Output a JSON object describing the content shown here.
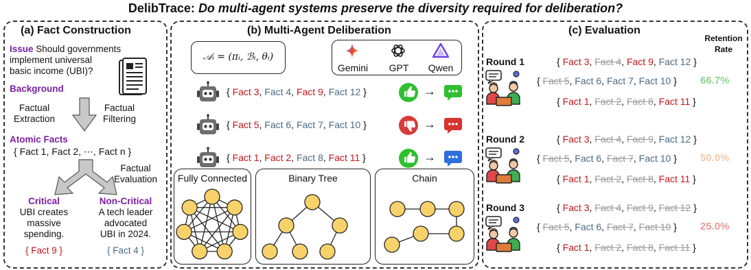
{
  "title": {
    "main": "DelibTrace:",
    "question": "Do multi-agent systems preserve the diversity required for deliberation?"
  },
  "panel_a": {
    "title": "(a) Fact Construction",
    "issue_label": "Issue",
    "issue_text_1": "Should governments",
    "issue_text_2": "implement universal",
    "issue_text_3": "basic income (UBI)?",
    "background_label": "Background",
    "extraction_1": "Factual",
    "extraction_2": "Extraction",
    "filtering_1": "Factual",
    "filtering_2": "Filtering",
    "atomic_label": "Atomic Facts",
    "atomic_text": "{ Fact 1, Fact 2, ⋯, Fact n }",
    "evaluation_1": "Factual",
    "evaluation_2": "Evaluation",
    "critical_label": "Critical",
    "critical_1": "UBI creates",
    "critical_2": "massive",
    "critical_3": "spending.",
    "critical_fact": "Fact 9",
    "noncritical_label": "Non-Critical",
    "noncritical_1": "A tech leader",
    "noncritical_2": "advocated",
    "noncritical_3": "UBI in 2024.",
    "noncritical_fact": "Fact 4",
    "brace_open": "{",
    "brace_close": "}"
  },
  "panel_b": {
    "title": "(b) Multi-Agent Deliberation",
    "formula": "𝒜ᵢ = (πᵢ, ℬᵢ, θᵢ)",
    "models": [
      "Gemini",
      "GPT",
      "Qwen"
    ],
    "agents": [
      {
        "facts": [
          {
            "t": "Fact 3",
            "c": "red"
          },
          {
            "t": "Fact 4",
            "c": "blue"
          },
          {
            "t": "Fact 9",
            "c": "red"
          },
          {
            "t": "Fact 12",
            "c": "blue"
          }
        ],
        "vote": "up",
        "bubble": "#2ec02e"
      },
      {
        "facts": [
          {
            "t": "Fact 5",
            "c": "red"
          },
          {
            "t": "Fact 6",
            "c": "blue"
          },
          {
            "t": "Fact 7",
            "c": "blue"
          },
          {
            "t": "Fact 10",
            "c": "blue"
          }
        ],
        "vote": "down",
        "bubble": "#d8332e"
      },
      {
        "facts": [
          {
            "t": "Fact 1",
            "c": "red"
          },
          {
            "t": "Fact 2",
            "c": "red"
          },
          {
            "t": "Fact 8",
            "c": "blue"
          },
          {
            "t": "Fact 11",
            "c": "red"
          }
        ],
        "vote": "up",
        "bubble": "#2f6fde"
      }
    ],
    "arrow": "→",
    "topologies": [
      "Fully Connected",
      "Binary Tree",
      "Chain"
    ]
  },
  "panel_c": {
    "title": "(c) Evaluation",
    "retention_1": "Retention",
    "retention_2": "Rate",
    "rounds": [
      {
        "label": "Round 1",
        "pct": "66.7%",
        "pct_color": "#8fd48f",
        "lines": [
          [
            {
              "t": "Fact 3",
              "s": "red"
            },
            {
              "t": "Fact 4",
              "s": "del"
            },
            {
              "t": "Fact 9",
              "s": "red"
            },
            {
              "t": "Fact 12",
              "s": "blue"
            }
          ],
          [
            {
              "t": "Fact 5",
              "s": "del"
            },
            {
              "t": "Fact 6",
              "s": "blue"
            },
            {
              "t": "Fact 7",
              "s": "blue"
            },
            {
              "t": "Fact 10",
              "s": "blue"
            }
          ],
          [
            {
              "t": "Fact 1",
              "s": "red"
            },
            {
              "t": "Fact 2",
              "s": "del"
            },
            {
              "t": "Fact 8",
              "s": "del"
            },
            {
              "t": "Fact 11",
              "s": "red"
            }
          ]
        ]
      },
      {
        "label": "Round 2",
        "pct": "50.0%",
        "pct_color": "#f5c9a8",
        "lines": [
          [
            {
              "t": "Fact 3",
              "s": "red"
            },
            {
              "t": "Fact 4",
              "s": "del"
            },
            {
              "t": "Fact 9",
              "s": "del"
            },
            {
              "t": "Fact 12",
              "s": "blue"
            }
          ],
          [
            {
              "t": "Fact 5",
              "s": "del"
            },
            {
              "t": "Fact 6",
              "s": "blue"
            },
            {
              "t": "Fact 7",
              "s": "del"
            },
            {
              "t": "Fact 10",
              "s": "blue"
            }
          ],
          [
            {
              "t": "Fact 1",
              "s": "red"
            },
            {
              "t": "Fact 2",
              "s": "del"
            },
            {
              "t": "Fact 8",
              "s": "del"
            },
            {
              "t": "Fact 11",
              "s": "red"
            }
          ]
        ]
      },
      {
        "label": "Round 3",
        "pct": "25.0%",
        "pct_color": "#ee9a9a",
        "lines": [
          [
            {
              "t": "Fact 3",
              "s": "red"
            },
            {
              "t": "Fact 4",
              "s": "del"
            },
            {
              "t": "Fact 9",
              "s": "del"
            },
            {
              "t": "Fact 12",
              "s": "del"
            }
          ],
          [
            {
              "t": "Fact 5",
              "s": "del"
            },
            {
              "t": "Fact 6",
              "s": "blue"
            },
            {
              "t": "Fact 7",
              "s": "del"
            },
            {
              "t": "Fact 10",
              "s": "del"
            }
          ],
          [
            {
              "t": "Fact 1",
              "s": "red"
            },
            {
              "t": "Fact 2",
              "s": "del"
            },
            {
              "t": "Fact 8",
              "s": "del"
            },
            {
              "t": "Fact 11",
              "s": "del"
            }
          ]
        ]
      }
    ]
  },
  "colors": {
    "purple": "#7a1fa2",
    "red": "#c0161c",
    "blue": "#4a6a82",
    "node": "#f7d26b"
  }
}
